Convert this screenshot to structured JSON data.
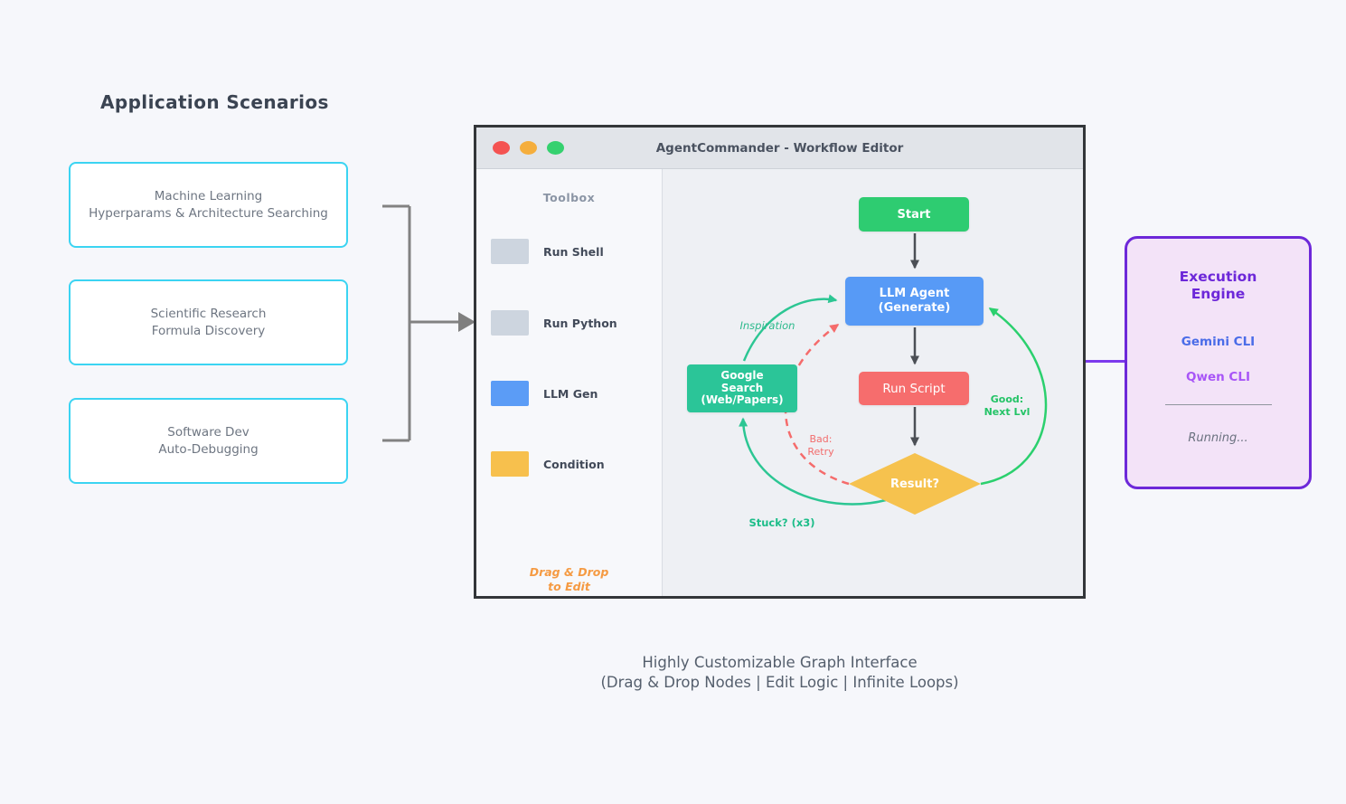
{
  "page": {
    "title": "Application Scenarios",
    "caption_line1": "Highly Customizable Graph Interface",
    "caption_line2": "(Drag & Drop Nodes | Edit Logic | Infinite Loops)"
  },
  "scenarios": [
    {
      "line1": "Machine Learning",
      "line2": "Hyperparams & Architecture Searching"
    },
    {
      "line1": "Scientific Research",
      "line2": "Formula Discovery"
    },
    {
      "line1": "Software Dev",
      "line2": "Auto-Debugging"
    }
  ],
  "window": {
    "title": "AgentCommander - Workflow Editor",
    "toolbox": {
      "header": "Toolbox",
      "items": [
        {
          "label": "Run Shell",
          "color": "#cdd5df"
        },
        {
          "label": "Run Python",
          "color": "#cdd5df"
        },
        {
          "label": "LLM Gen",
          "color": "#5b9cf6"
        },
        {
          "label": "Condition",
          "color": "#f7c04d"
        }
      ],
      "footer_line1": "Drag & Drop",
      "footer_line2": "to Edit"
    },
    "canvas": {
      "nodes": {
        "start": {
          "label": "Start",
          "color": "#2ecc71"
        },
        "llm": {
          "label1": "LLM Agent",
          "label2": "(Generate)",
          "color": "#579af6"
        },
        "run_script": {
          "label": "Run Script",
          "color": "#f66d6d"
        },
        "result": {
          "label": "Result?",
          "color": "#f6c24e"
        },
        "google": {
          "label1": "Google",
          "label2": "Search",
          "label3": "(Web/Papers)",
          "color": "#2bc598"
        }
      },
      "edge_labels": {
        "inspiration": "Inspiration",
        "good_line1": "Good:",
        "good_line2": "Next Lvl",
        "bad_line1": "Bad:",
        "bad_line2": "Retry",
        "stuck": "Stuck? (x3)"
      }
    }
  },
  "execution_engine": {
    "title_line1": "Execution",
    "title_line2": "Engine",
    "engines": [
      {
        "label": "Gemini CLI",
        "color": "#4a6ce8"
      },
      {
        "label": "Qwen CLI",
        "color": "#a855f7"
      }
    ],
    "status": "Running..."
  },
  "colors": {
    "scenario_border": "#3bd4f2",
    "traffic_red": "#f45352",
    "traffic_yellow": "#f5ae3d",
    "traffic_green": "#35d16f",
    "edge_good_green": "#2bd06e",
    "edge_teal": "#2cc693",
    "edge_bad_red": "#f56b6b",
    "exec_border_purple": "#6d28d9",
    "connector_gray": "#828282"
  }
}
